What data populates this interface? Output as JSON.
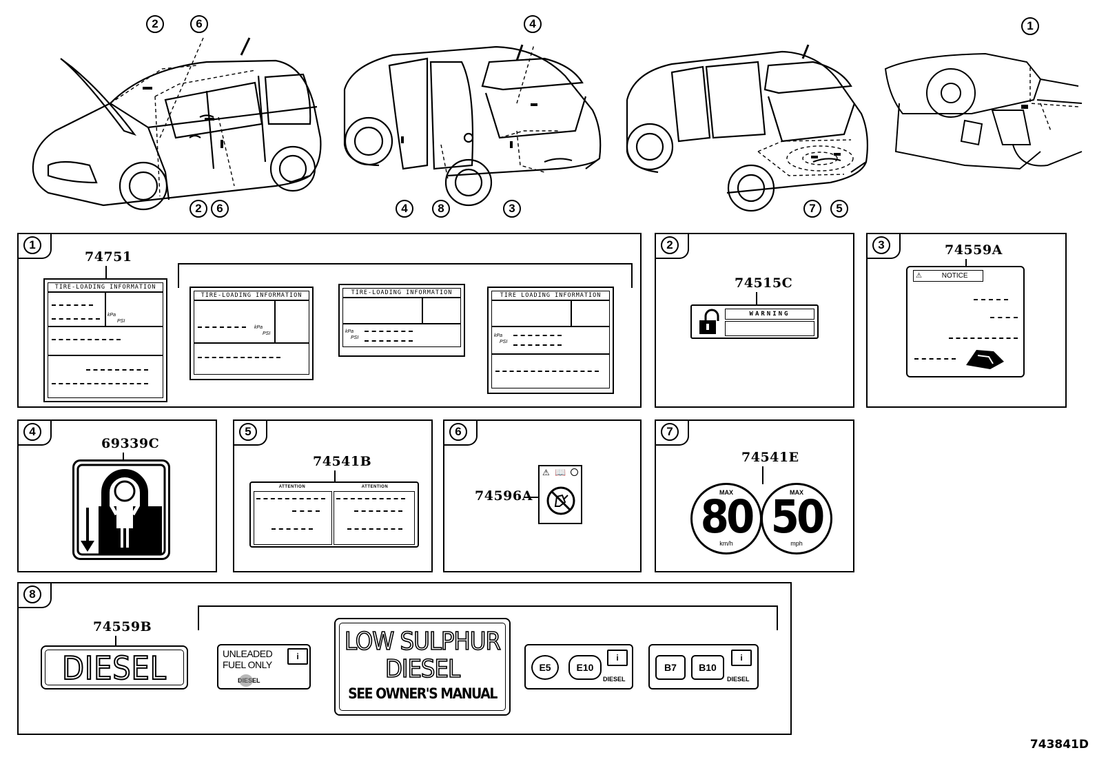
{
  "diagram_code": "743841D",
  "callouts": {
    "car1": [
      "2",
      "6",
      "2",
      "6"
    ],
    "car2": [
      "4",
      "4",
      "8",
      "3"
    ],
    "car3": [
      "7",
      "5"
    ],
    "dash": [
      "1"
    ]
  },
  "panels": [
    {
      "num": "1",
      "part": "74751",
      "tire_label_heading": "TIRE-LOADING INFORMATION",
      "tire_label_heading_alt": "TIRE LOADING INFORMATION",
      "fraction_top": "kPa",
      "fraction_bottom": "PSI"
    },
    {
      "num": "2",
      "part": "74515C",
      "warning_text": "WARNING"
    },
    {
      "num": "3",
      "part": "74559A",
      "notice_text": "NOTICE"
    },
    {
      "num": "4",
      "part": "69339C"
    },
    {
      "num": "5",
      "part": "74541B",
      "left_header": "ATTENTION",
      "right_header": "ATTENTION"
    },
    {
      "num": "6",
      "part": "74596A"
    },
    {
      "num": "7",
      "part": "74541E",
      "sign1": {
        "top": "MAX",
        "value": "80",
        "unit": "km/h"
      },
      "sign2": {
        "top": "MAX",
        "value": "50",
        "unit": "mph"
      }
    },
    {
      "num": "8",
      "part": "74559B",
      "diesel": "DIESEL",
      "unleaded_line1": "UNLEADED",
      "unleaded_line2": "FUEL ONLY",
      "unleaded_sub": "DIESEL",
      "low_line1": "LOW SULPHUR",
      "low_line2": "DIESEL",
      "low_line3": "SEE OWNER'S MANUAL",
      "e5": "E5",
      "e10": "E10",
      "e_sub": "DIESEL",
      "b7": "B7",
      "b10": "B10",
      "b_sub": "DIESEL"
    }
  ]
}
